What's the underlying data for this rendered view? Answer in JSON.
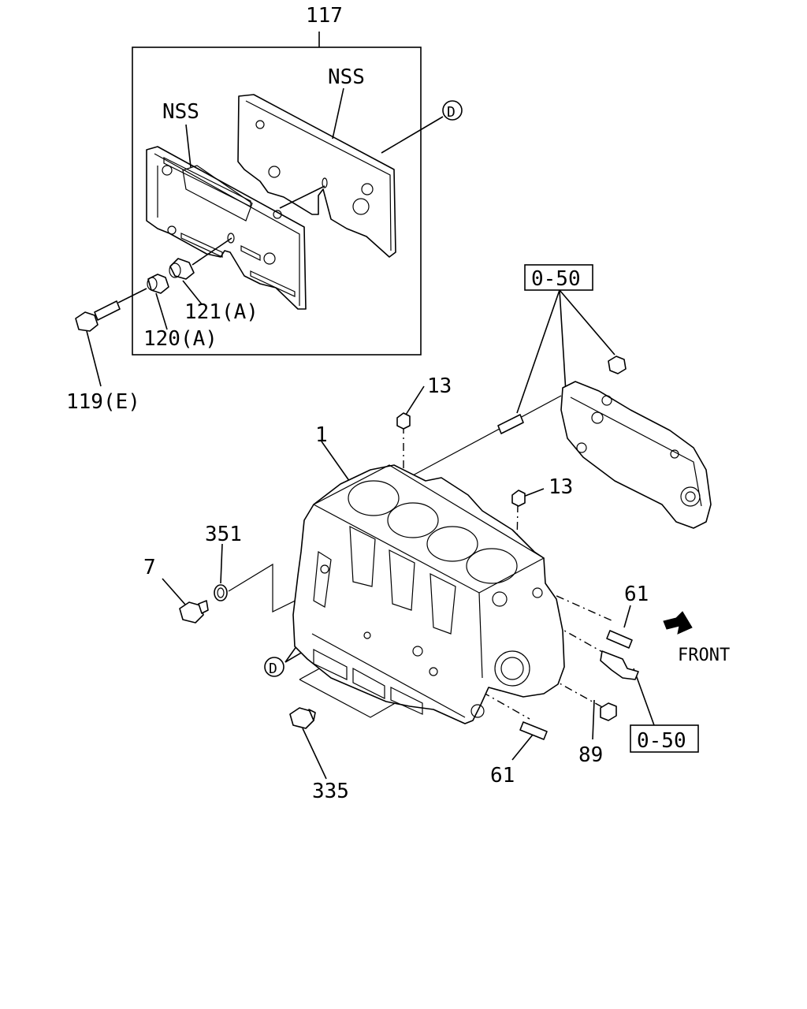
{
  "diagram": {
    "callouts": {
      "kit": "117",
      "nss_front": "NSS",
      "nss_rear": "NSS",
      "ref_d_top": "D",
      "ref_d_bottom": "D",
      "p121": "121(A)",
      "p120": "120(A)",
      "p119": "119(E)",
      "ref_050_top": "0-50",
      "ref_050_bottom": "0-50",
      "p13_top": "13",
      "p13_right": "13",
      "p1": "1",
      "p351": "351",
      "p7": "7",
      "p61_right": "61",
      "p61_bottom": "61",
      "p89": "89",
      "p335": "335",
      "front": "FRONT"
    }
  }
}
